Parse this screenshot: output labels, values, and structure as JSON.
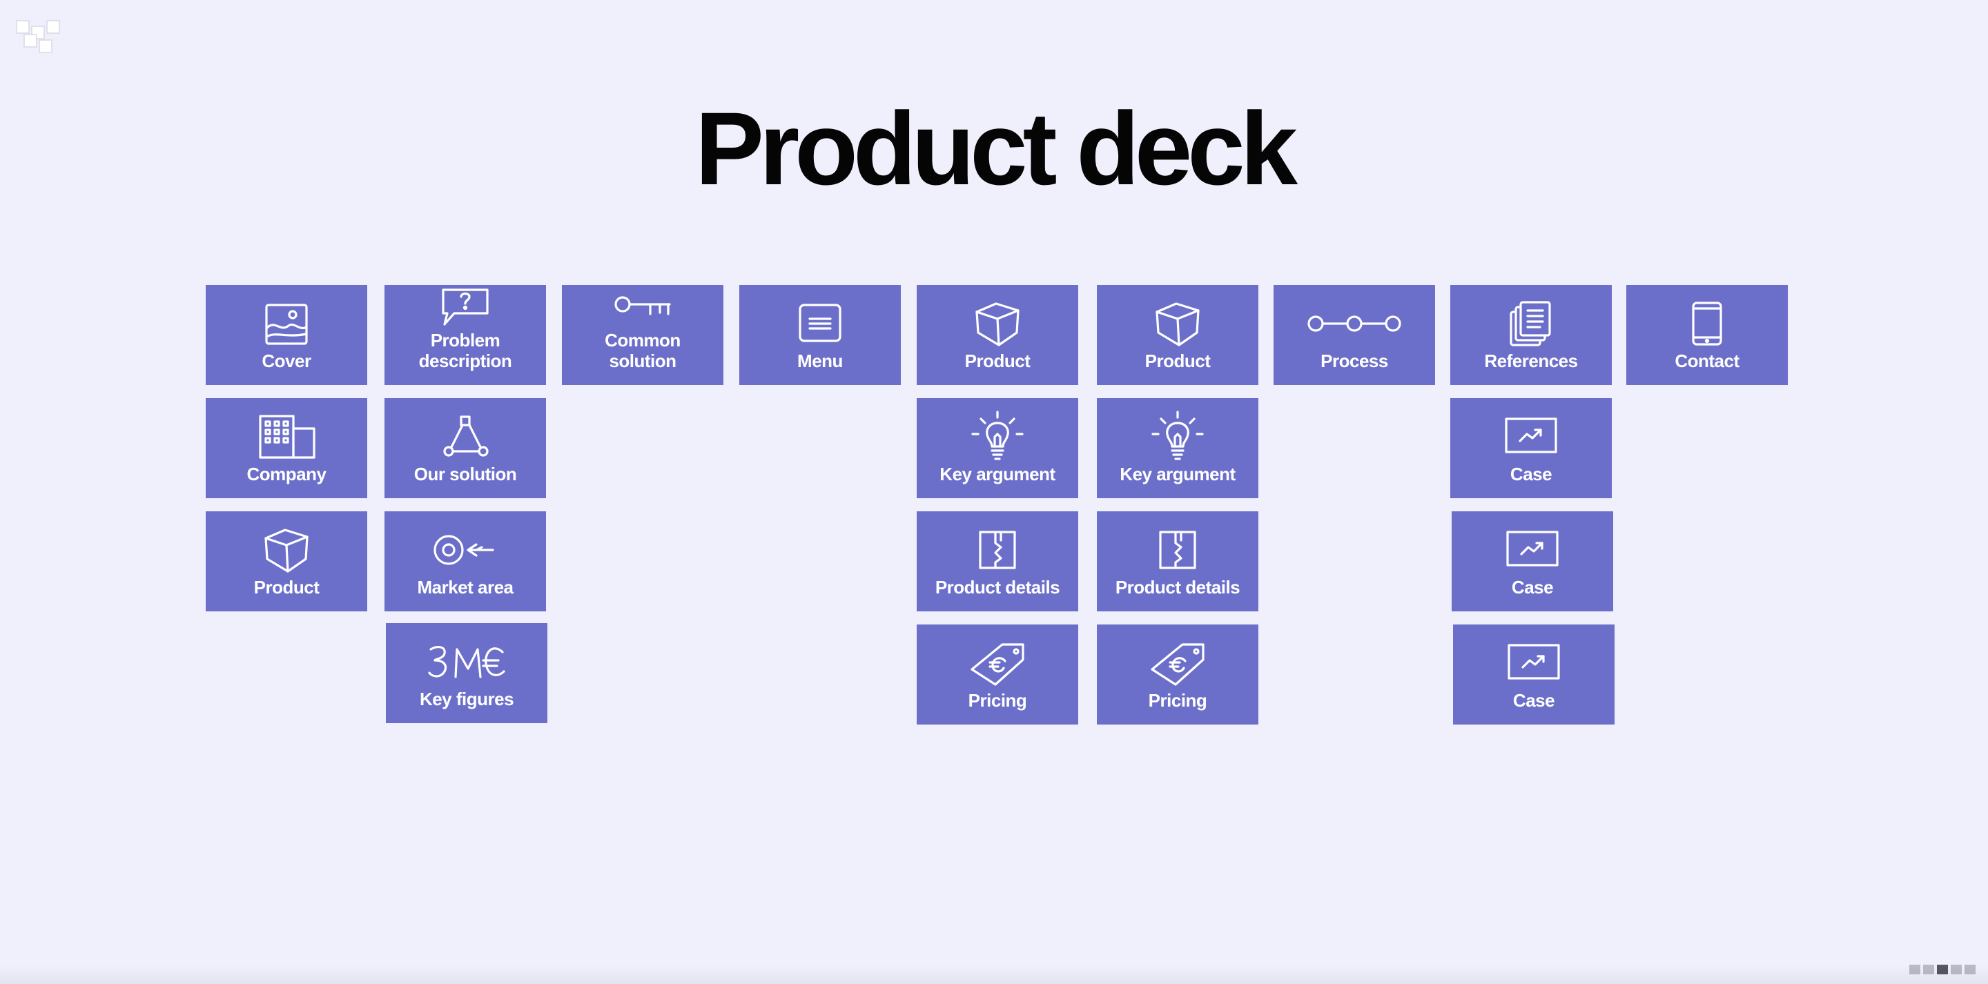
{
  "page": {
    "title": "Product deck",
    "background": "#eff0fb",
    "tile_color": "#6b6fc9"
  },
  "tiles": [
    {
      "label": "Cover",
      "icon": "picture-icon"
    },
    {
      "label": "Company",
      "icon": "building-icon"
    },
    {
      "label": "Product",
      "icon": "box-icon"
    },
    {
      "label": "Problem\ndescription",
      "icon": "question-bubble-icon"
    },
    {
      "label": "Our solution",
      "icon": "network-icon"
    },
    {
      "label": "Market area",
      "icon": "target-icon"
    },
    {
      "label": "Key figures",
      "icon": "figures-icon",
      "icon_text": "3M€"
    },
    {
      "label": "Common\nsolution",
      "icon": "key-icon"
    },
    {
      "label": "Menu",
      "icon": "menu-icon"
    },
    {
      "label": "Product",
      "icon": "box-icon"
    },
    {
      "label": "Key argument",
      "icon": "lightbulb-icon"
    },
    {
      "label": "Product details",
      "icon": "document-icon"
    },
    {
      "label": "Pricing",
      "icon": "price-tag-icon"
    },
    {
      "label": "Product",
      "icon": "box-icon"
    },
    {
      "label": "Key argument",
      "icon": "lightbulb-icon"
    },
    {
      "label": "Product details",
      "icon": "document-icon"
    },
    {
      "label": "Pricing",
      "icon": "price-tag-icon"
    },
    {
      "label": "Process",
      "icon": "process-icon"
    },
    {
      "label": "References",
      "icon": "pages-stack-icon"
    },
    {
      "label": "Case",
      "icon": "chart-card-icon"
    },
    {
      "label": "Case",
      "icon": "chart-card-icon"
    },
    {
      "label": "Case",
      "icon": "chart-card-icon"
    },
    {
      "label": "Contact",
      "icon": "tablet-icon"
    }
  ],
  "pager": {
    "count": 5,
    "active_index": 2
  }
}
